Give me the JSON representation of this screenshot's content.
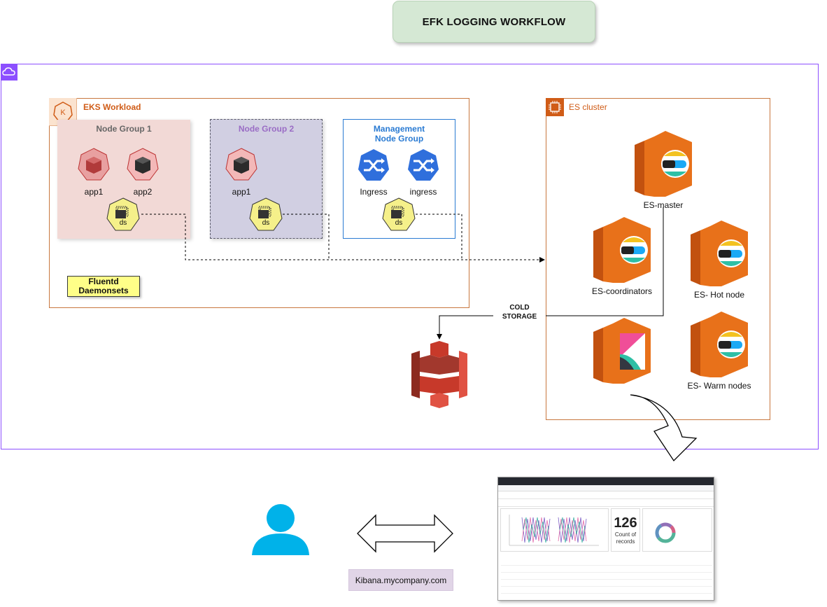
{
  "title": "EFK LOGGING WORKFLOW",
  "eks": {
    "label": "EKS Workload",
    "node_group_1": {
      "title": "Node Group 1",
      "apps": [
        "app1",
        "app2"
      ],
      "daemonset": "ds"
    },
    "node_group_2": {
      "title": "Node Group 2",
      "apps": [
        "app1"
      ],
      "daemonset": "ds"
    },
    "management": {
      "title_line1": "Management",
      "title_line2": "Node Group",
      "ingresses": [
        "Ingress",
        "ingress"
      ],
      "daemonset": "ds"
    },
    "fluentd_line1": "Fluentd",
    "fluentd_line2": "Daemonsets"
  },
  "es_cluster": {
    "label": "ES cluster",
    "nodes": [
      "ES-master",
      "ES-coordinators",
      "ES- Hot node",
      "ES- Warm nodes"
    ]
  },
  "cold_storage_line1": "COLD",
  "cold_storage_line2": "STORAGE",
  "kibana_url": "Kibana.mycompany.com",
  "kibana_dashboard": {
    "kpi_value": "126",
    "kpi_caption_line1": "Count of",
    "kpi_caption_line2": "records"
  },
  "colors": {
    "aws_orange": "#d05c17",
    "elastic_orange": "#e8711a",
    "node_group_1_fill": "#f2d9d6",
    "node_group_2_fill": "#d1cfe2",
    "management_border": "#2a7bd3",
    "fluentd_fill": "#ffff88",
    "title_fill": "#d5e8d4",
    "kibana_url_fill": "#e1d5e7",
    "region_border": "#8c4fff",
    "user_blue": "#00b2e9",
    "s3_red": "#c7392a"
  },
  "icons": [
    "aws-cloud-icon",
    "kubernetes-icon",
    "pod-icon",
    "daemonset-icon",
    "ingress-icon",
    "chip-icon",
    "elasticsearch-icon",
    "kibana-icon",
    "s3-bucket-icon",
    "user-icon",
    "bidirectional-arrow-icon",
    "curved-arrow-icon"
  ]
}
